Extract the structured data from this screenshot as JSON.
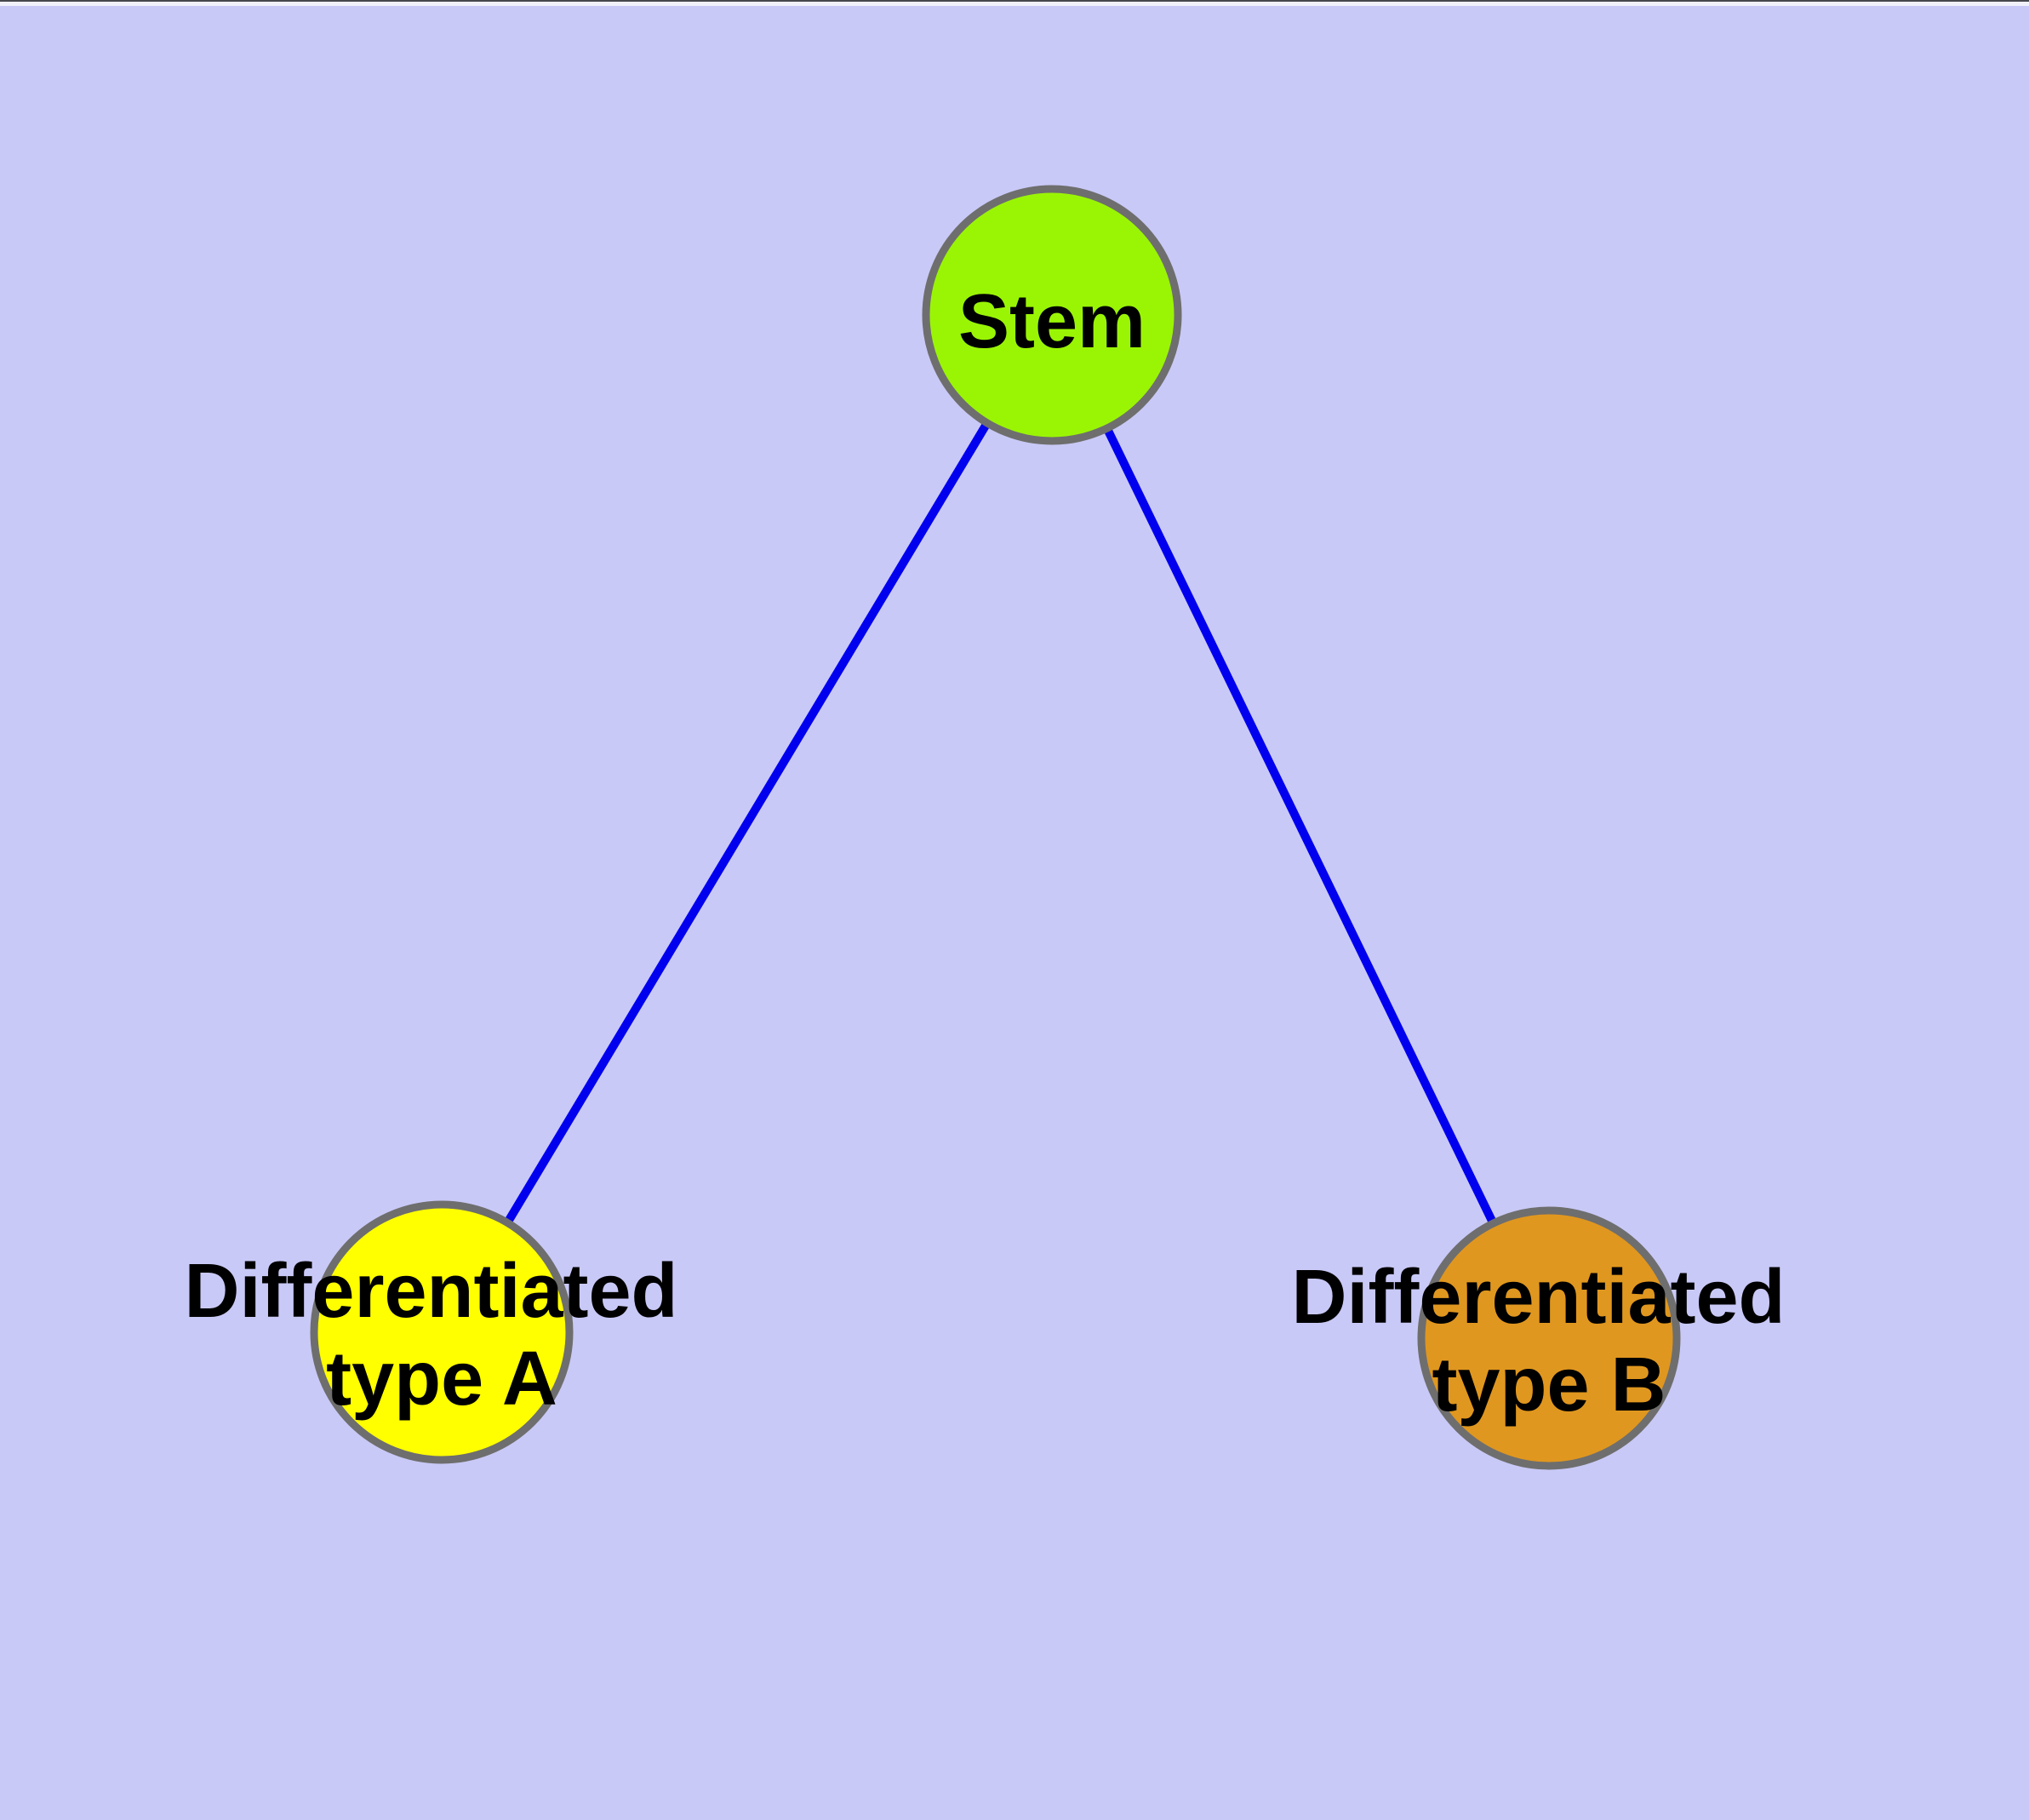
{
  "diagram": {
    "background_color": "#C9C9F7",
    "top_edge_line_color": "#46464E",
    "top_edge_band_color": "#F0F0FA",
    "edge_color": "#0000EE",
    "node_border_color": "#6E6E6E",
    "nodes": {
      "stem": {
        "label": "Stem",
        "fill": "#9AF505"
      },
      "typeA": {
        "label_line1": "Differentiated",
        "label_line2": "type A",
        "fill": "#FFFF00"
      },
      "typeB": {
        "label_line1": "Differentiated",
        "label_line2": "type B",
        "fill": "#E0971F"
      }
    }
  }
}
